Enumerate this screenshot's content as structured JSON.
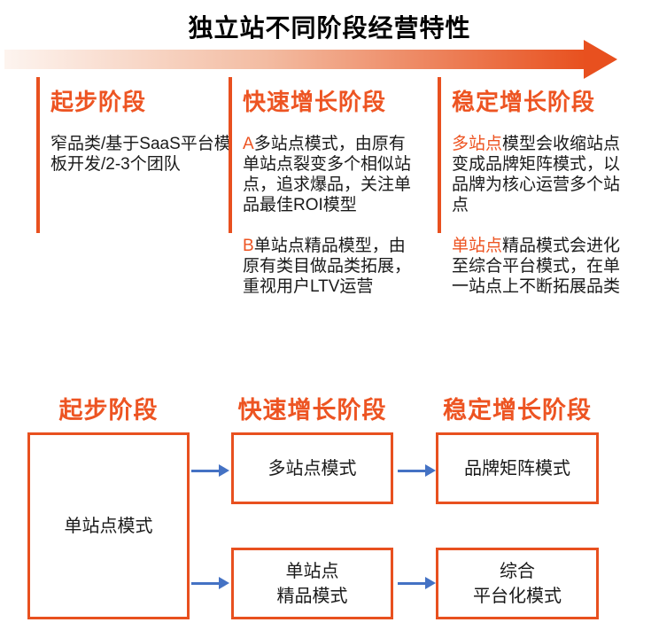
{
  "title": "独立站不同阶段经营特性",
  "colors": {
    "accent_orange": "#ED5422",
    "border_orange": "#E8501F",
    "arrow_blue": "#4472C4",
    "gradient_start": "#FDF4EF",
    "gradient_end": "#E8511F",
    "text_black": "#1A1A1A"
  },
  "stages": [
    {
      "heading": "起步阶段",
      "paragraphs": [
        {
          "highlight": "",
          "text": "窄品类/基于SaaS平台模板开发/2-3个团队"
        }
      ]
    },
    {
      "heading": "快速增长阶段",
      "paragraphs": [
        {
          "highlight": "A",
          "text": "多站点模式，由原有单站点裂变多个相似站点，追求爆品，关注单品最佳ROI模型"
        },
        {
          "highlight": "B",
          "text": "单站点精品模型，由原有类目做品类拓展，重视用户LTV运营"
        }
      ]
    },
    {
      "heading": "稳定增长阶段",
      "paragraphs": [
        {
          "highlight": "多站点",
          "text": "模型会收缩站点变成品牌矩阵模式，以品牌为核心运营多个站点"
        },
        {
          "highlight": "单站点",
          "text": "精品模式会进化至综合平台模式，在单一站点上不断拓展品类"
        }
      ]
    }
  ],
  "flow": {
    "headers": [
      "起步阶段",
      "快速增长阶段",
      "稳定增长阶段"
    ],
    "boxes": {
      "start": "单站点模式",
      "growth_top": "多站点模式",
      "growth_bottom": "单站点\n精品模式",
      "stable_top": "品牌矩阵模式",
      "stable_bottom": "综合\n平台化模式"
    }
  }
}
